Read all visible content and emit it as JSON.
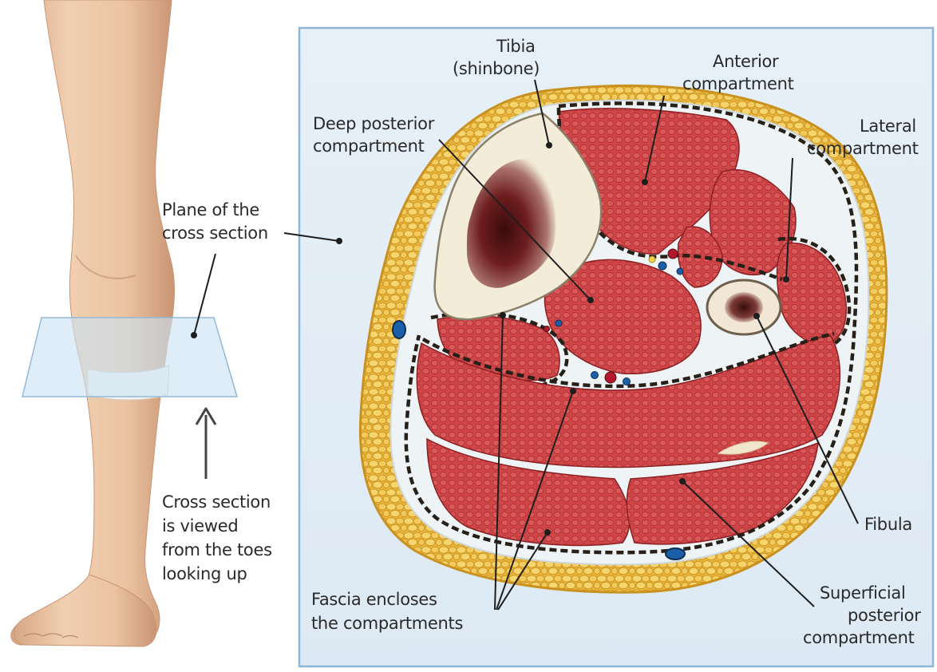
{
  "labels": {
    "tibia_line1": "Tibia",
    "tibia_line2": "(shinbone)",
    "anterior_line1": "Anterior",
    "anterior_line2": "compartment",
    "deep_post_line1": "Deep posterior",
    "deep_post_line2": "compartment",
    "lateral_line1": "Lateral",
    "lateral_line2": "compartment",
    "plane_line1": "Plane of the",
    "plane_line2": "cross section",
    "cross_line1": "Cross section",
    "cross_line2": "is viewed",
    "cross_line3": "from the toes",
    "cross_line4": "looking up",
    "fibula": "Fibula",
    "fascia_line1": "Fascia encloses",
    "fascia_line2": "the compartments",
    "superficial_line1": "Superficial",
    "superficial_line2": "posterior",
    "superficial_line3": "compartment"
  },
  "colors": {
    "panel_bg": "#e4eef7",
    "panel_border": "#8fb4d4",
    "fat": "#e9b53a",
    "muscle": "#cc4446",
    "bone": "#f3ecd8",
    "marrow": "#6e1d1e",
    "skin": "#e7c4a4",
    "plane": "#c9e2f4"
  }
}
